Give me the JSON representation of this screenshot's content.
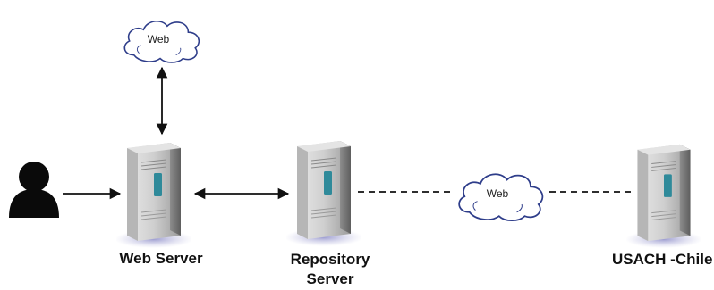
{
  "nodes": {
    "web_server": {
      "label": "Web Server"
    },
    "repository_server": {
      "label_line1": "Repository",
      "label_line2": "Server"
    },
    "usach_chile": {
      "label": "USACH -Chile"
    }
  },
  "clouds": {
    "top": {
      "label": "Web"
    },
    "middle": {
      "label": "Web"
    }
  },
  "colors": {
    "server_body": "#c8c8c8",
    "server_accent": "#2f8a9a",
    "server_shadow": "#8e8ec6",
    "cloud_stroke": "#2e3d8a",
    "user": "#0a0a0a",
    "line": "#111111"
  }
}
